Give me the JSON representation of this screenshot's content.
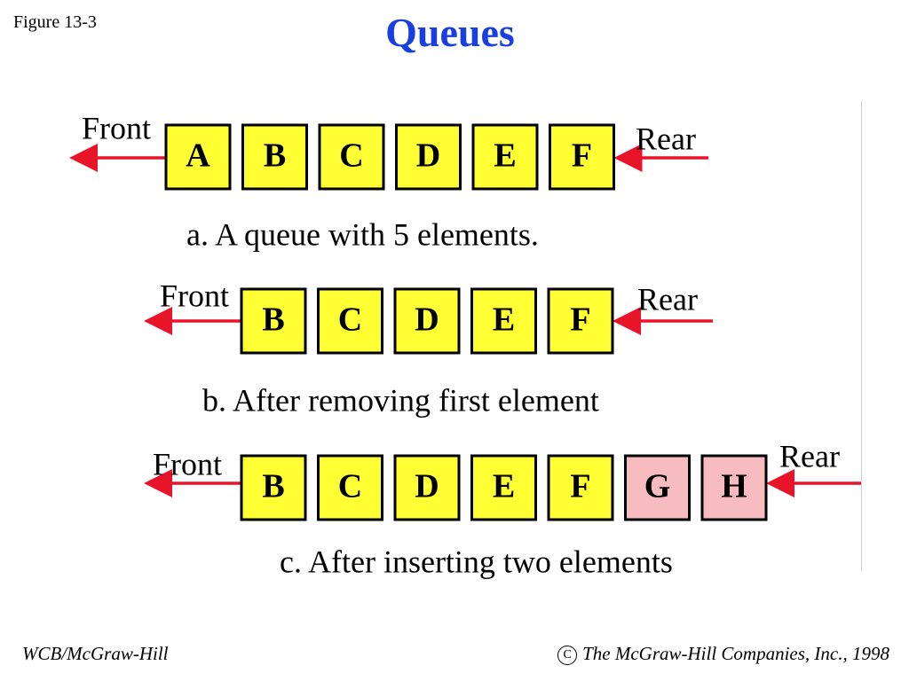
{
  "header": {
    "figure_label": "Figure 13-3",
    "title": "Queues"
  },
  "colors": {
    "title": "#1a3fe0",
    "element_fill": "#ffff33",
    "inserted_fill": "#f7bcc0",
    "arrow": "#e8142a"
  },
  "diagrams": [
    {
      "front_label": "Front",
      "rear_label": "Rear",
      "elements": [
        {
          "label": "A",
          "inserted": false
        },
        {
          "label": "B",
          "inserted": false
        },
        {
          "label": "C",
          "inserted": false
        },
        {
          "label": "D",
          "inserted": false
        },
        {
          "label": "E",
          "inserted": false
        },
        {
          "label": "F",
          "inserted": false
        }
      ],
      "caption": "a. A queue with 5 elements."
    },
    {
      "front_label": "Front",
      "rear_label": "Rear",
      "elements": [
        {
          "label": "B",
          "inserted": false
        },
        {
          "label": "C",
          "inserted": false
        },
        {
          "label": "D",
          "inserted": false
        },
        {
          "label": "E",
          "inserted": false
        },
        {
          "label": "F",
          "inserted": false
        }
      ],
      "caption": "b.  After removing first element"
    },
    {
      "front_label": "Front",
      "rear_label": "Rear",
      "elements": [
        {
          "label": "B",
          "inserted": false
        },
        {
          "label": "C",
          "inserted": false
        },
        {
          "label": "D",
          "inserted": false
        },
        {
          "label": "E",
          "inserted": false
        },
        {
          "label": "F",
          "inserted": false
        },
        {
          "label": "G",
          "inserted": true
        },
        {
          "label": "H",
          "inserted": true
        }
      ],
      "caption": "c. After inserting two elements"
    }
  ],
  "footer": {
    "left": "WCB/McGraw-Hill",
    "copyright_symbol": "C",
    "right": "The McGraw-Hill Companies, Inc., 1998"
  }
}
